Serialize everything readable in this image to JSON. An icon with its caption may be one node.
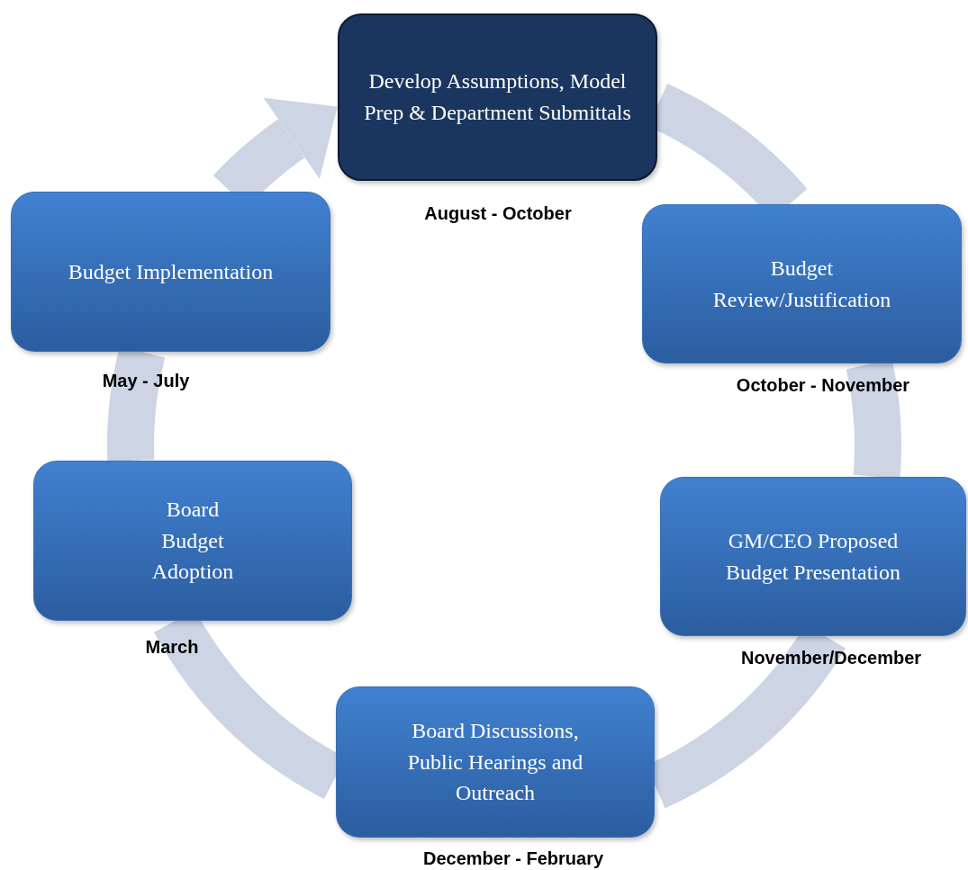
{
  "diagram": {
    "nodes": [
      {
        "text": [
          "Develop Assumptions, Model Prep & Department Submittals"
        ],
        "beside": [
          "August - October"
        ]
      },
      {
        "text": [
          "Budget Review/Justification"
        ],
        "beside": [
          "October - November"
        ]
      },
      {
        "text": [
          "GM/CEO Proposed Budget Presentation"
        ],
        "beside": [
          "November/December"
        ]
      },
      {
        "text": [
          "Board Discussions, Public Hearings and Outreach"
        ],
        "beside": [
          "December - February"
        ]
      },
      {
        "text": [
          "Board Budget Adoption"
        ],
        "beside": [
          "March"
        ]
      },
      {
        "text": [
          "Budget Implementation"
        ],
        "beside": [
          "May - July"
        ]
      }
    ],
    "edges": [
      {
        "from": 0,
        "to": 1,
        "arrow": "none"
      },
      {
        "from": 1,
        "to": 2,
        "arrow": "none"
      },
      {
        "from": 2,
        "to": 3,
        "arrow": "none"
      },
      {
        "from": 3,
        "to": 4,
        "arrow": "none"
      },
      {
        "from": 4,
        "to": 5,
        "arrow": "none"
      },
      {
        "from": 5,
        "to": 0,
        "arrow": "to"
      }
    ]
  }
}
